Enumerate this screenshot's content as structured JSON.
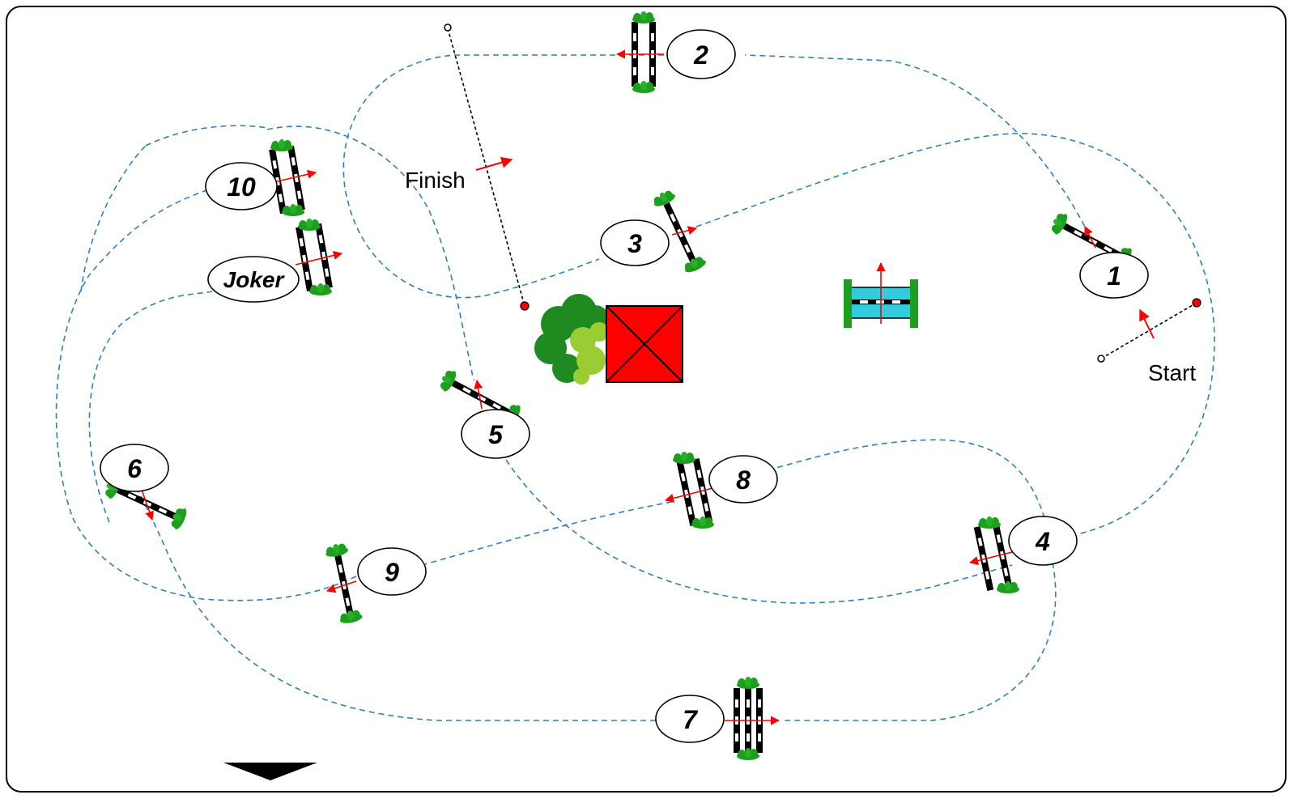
{
  "course": {
    "start_label": "Start",
    "finish_label": "Finish",
    "joker_label": "Joker",
    "obstacle_numbers": [
      "1",
      "2",
      "3",
      "4",
      "5",
      "6",
      "7",
      "8",
      "9",
      "10"
    ],
    "colors": {
      "route": "#2f7fc1",
      "arrow": "#ff0000",
      "grass": "#1e9e1e",
      "pole_black": "#000000",
      "water": "#33ccdd",
      "building": "#ff0000",
      "tree_dark": "#1f8a1f",
      "tree_light": "#9acd32"
    },
    "icons": [
      "direction-arrow-icon",
      "tree-icon",
      "building-icon"
    ]
  }
}
